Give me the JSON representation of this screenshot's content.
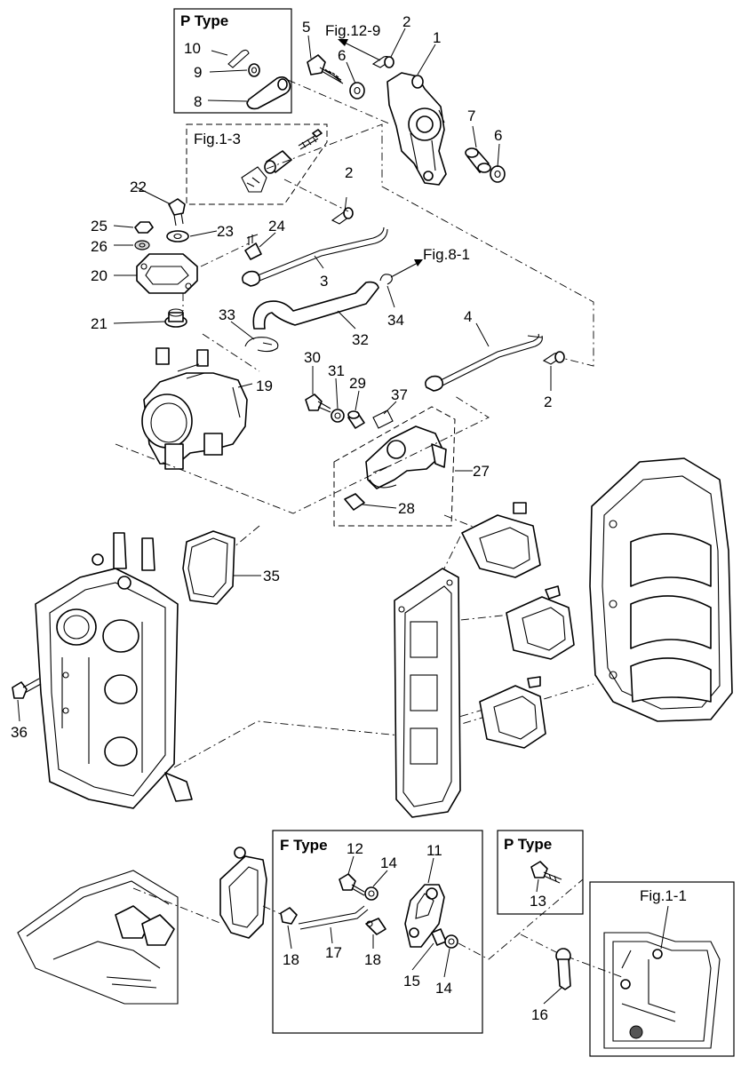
{
  "inset_boxes": {
    "p_type_top": "P Type",
    "f_type": "F Type",
    "p_type_bottom": "P Type"
  },
  "figure_refs": {
    "fig_12_9": "Fig.12-9",
    "fig_1_3": "Fig.1-3",
    "fig_8_1": "Fig.8-1",
    "fig_1_1": "Fig.1-1"
  },
  "callouts": {
    "c10": "10",
    "c9": "9",
    "c8": "8",
    "c5": "5",
    "c2a": "2",
    "c1": "1",
    "c6a": "6",
    "c7": "7",
    "c6b": "6",
    "c22": "22",
    "c25": "25",
    "c26": "26",
    "c20": "20",
    "c23": "23",
    "c24": "24",
    "c2b": "2",
    "c3": "3",
    "c21": "21",
    "c33": "33",
    "c32": "32",
    "c34": "34",
    "c4": "4",
    "c2c": "2",
    "c19": "19",
    "c30": "30",
    "c31": "31",
    "c29": "29",
    "c37": "37",
    "c27": "27",
    "c28": "28",
    "c35": "35",
    "c36": "36",
    "c12": "12",
    "c14a": "14",
    "c11": "11",
    "c13": "13",
    "c18a": "18",
    "c17": "17",
    "c18b": "18",
    "c15": "15",
    "c14b": "14",
    "c16": "16"
  }
}
